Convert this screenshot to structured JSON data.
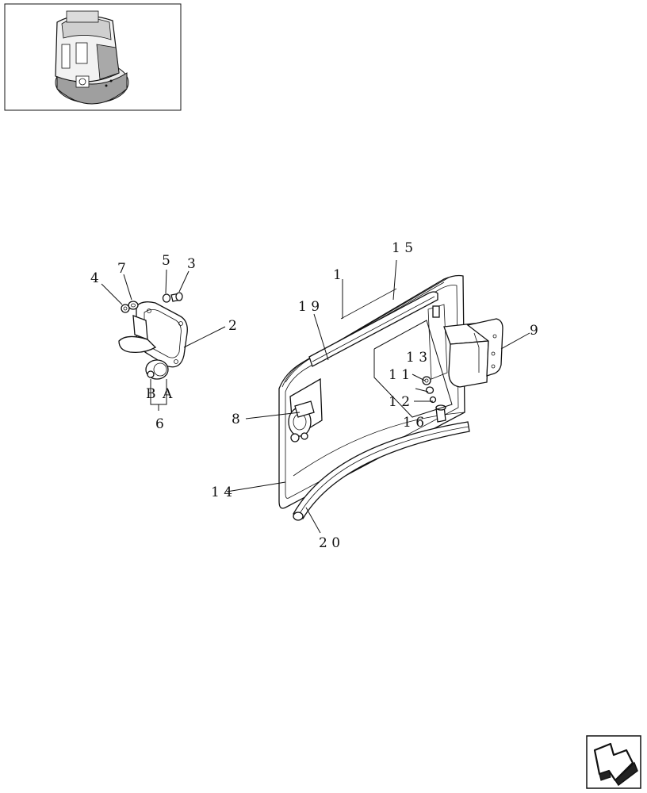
{
  "callouts": {
    "c1": "1",
    "c2": "2",
    "c3": "3",
    "c4": "4",
    "c5": "5",
    "c6": "6",
    "c7": "7",
    "c8": "8",
    "c9": "9",
    "c11": "1 1",
    "c12": "1 2",
    "c13": "1 3",
    "c14": "1 4",
    "c15": "1 5",
    "c16": "1 6",
    "c19": "1 9",
    "c20": "2 0",
    "cA": "A",
    "cB": "B"
  },
  "icons": {
    "thumbnail": "machine-cab-thumbnail",
    "nav": "next-page-arrow-icon"
  }
}
